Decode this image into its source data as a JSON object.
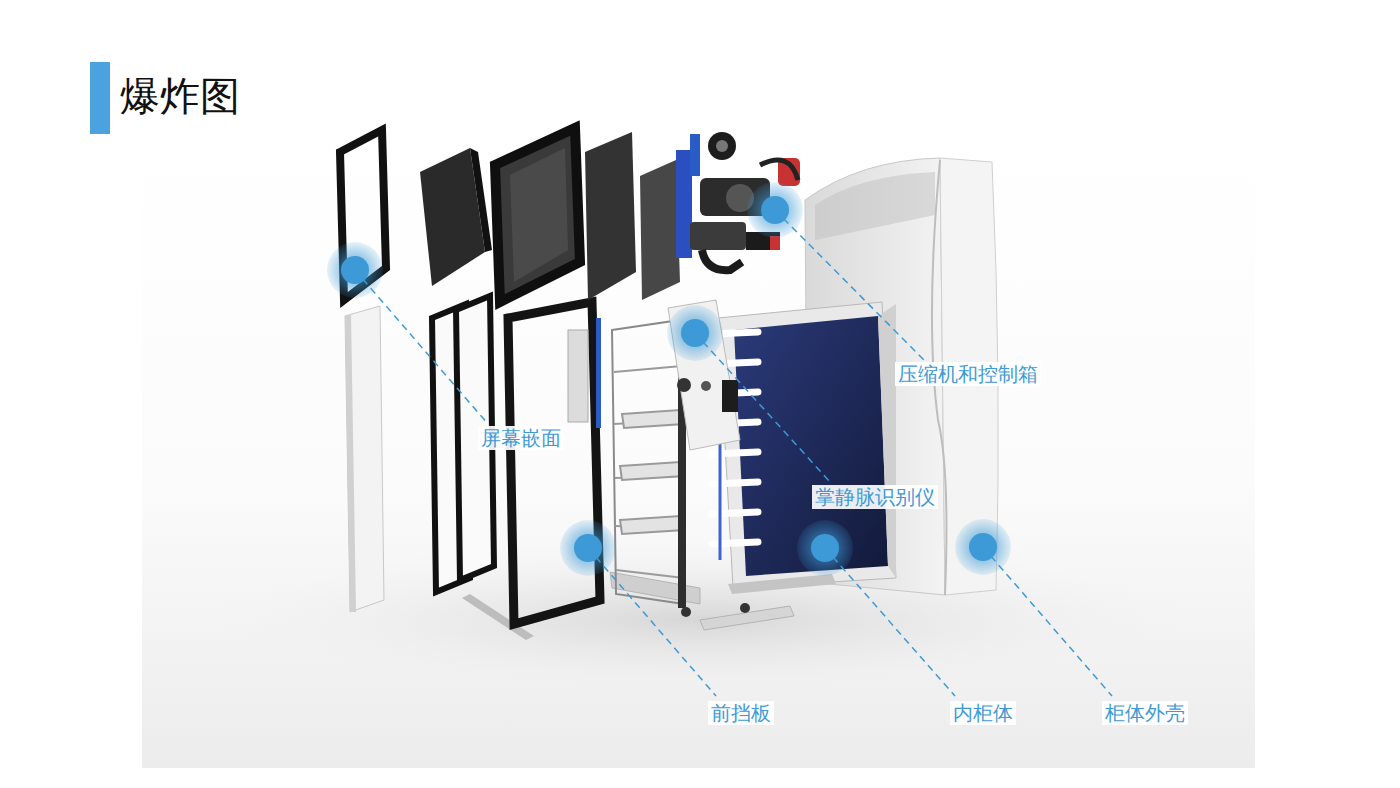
{
  "diagram": {
    "title": "爆炸图",
    "labels": [
      "屏幕嵌面",
      "压缩机和控制箱",
      "掌静脉识别仪",
      "前挡板",
      "内柜体",
      "柜体外壳"
    ]
  }
}
